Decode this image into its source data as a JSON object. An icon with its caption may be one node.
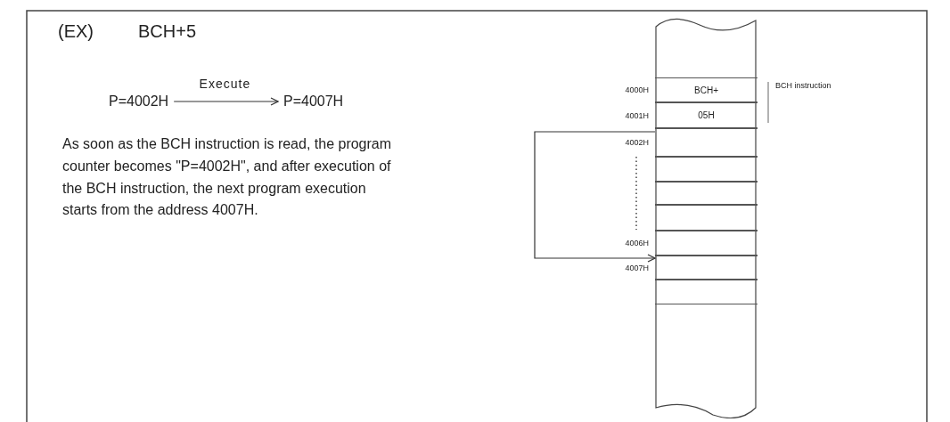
{
  "diagram": {
    "nodes": [
      {
        "text": [
          "P=4002H"
        ]
      },
      {
        "text": [
          "P=4007H"
        ]
      },
      {
        "text": [],
        "shape": "box"
      },
      {
        "text": [
          "BCH+"
        ],
        "in": 2,
        "beside": [
          "4000H"
        ]
      },
      {
        "text": [
          "05H"
        ],
        "in": 2,
        "beside": [
          "4001H"
        ]
      },
      {
        "text": [],
        "shape": "box",
        "in": 2,
        "beside": [
          "4002H"
        ]
      },
      {
        "text": [],
        "shape": "box",
        "in": 2
      },
      {
        "text": [],
        "shape": "box",
        "in": 2
      },
      {
        "text": [],
        "shape": "box",
        "in": 2
      },
      {
        "text": [],
        "shape": "box",
        "in": 2,
        "beside": [
          "4006H"
        ]
      },
      {
        "text": [],
        "shape": "box",
        "in": 2,
        "beside": [
          "4007H"
        ]
      },
      {
        "text": [],
        "shape": "box",
        "in": 2
      }
    ],
    "edges": [
      {
        "from": 0,
        "to": 1,
        "arrow": "to",
        "label": "Execute"
      },
      {
        "from": 5,
        "to": 10,
        "arrow": "to"
      }
    ],
    "labels": [
      "(EX)",
      "BCH+5",
      "As soon as the BCH instruction is read, the program counter becomes \"P=4002H\", and after execution of the BCH instruction, the next program execution starts from the address 4007H.",
      "BCH instruction"
    ]
  }
}
